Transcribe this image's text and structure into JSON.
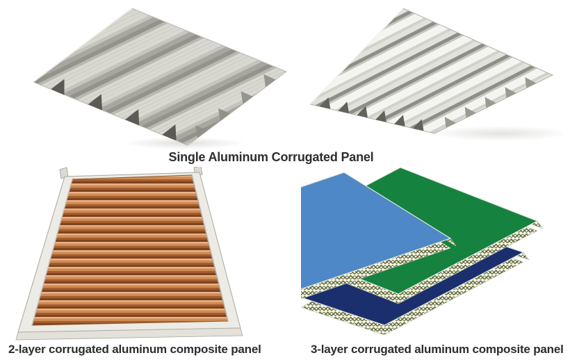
{
  "page": {
    "background": "#ffffff"
  },
  "captions": {
    "top": "Single Aluminum Corrugated Panel",
    "bottom_left": "2-layer corrugated aluminum composite panel",
    "bottom_right": "3-layer corrugated aluminum composite panel"
  },
  "panels": {
    "top_left": {
      "name": "single aluminum corrugated panel photo, wide trapezoidal ribs",
      "ribs": 4,
      "top_color": "#d9d9d2",
      "shadow_color": "#93938b"
    },
    "top_right": {
      "name": "single aluminum corrugated panel photo, tall narrow ribs",
      "ribs": 6,
      "top_color": "#f4f4f1",
      "shadow_color": "#8e8e87"
    },
    "bottom_left": {
      "name": "2-layer corrugated aluminum composite panel photo, copper corrugated core in silver frame",
      "core_color": "#cf8a53",
      "frame_color": "#edebe5"
    },
    "bottom_right": {
      "name": "3-layer corrugated aluminum composite panel illustration, blue green and navy sheets with corrugated cores",
      "sheet_colors": [
        "#4e88c7",
        "#15823f",
        "#1b2f6e"
      ],
      "core_edge_color": "#6d7434"
    }
  }
}
